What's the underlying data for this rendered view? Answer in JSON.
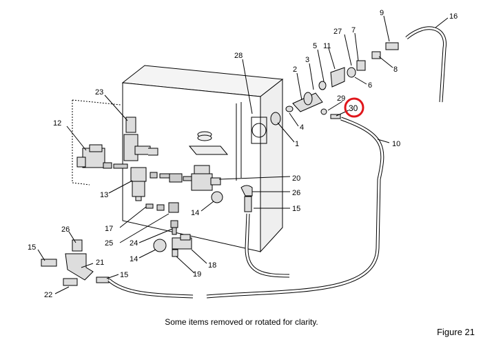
{
  "caption": "Some items removed or rotated for clarity.",
  "figure_label": "Figure 21",
  "highlight_color": "#e0161b",
  "callouts": [
    "9",
    "16",
    "27",
    "7",
    "5",
    "11",
    "3",
    "8",
    "2",
    "28",
    "6",
    "29",
    "30",
    "4",
    "23",
    "1",
    "12",
    "10",
    "20",
    "26",
    "13",
    "15",
    "14",
    "17",
    "25",
    "24",
    "26",
    "15",
    "21",
    "14",
    "18",
    "15",
    "19",
    "22"
  ],
  "highlighted_callout": "30"
}
